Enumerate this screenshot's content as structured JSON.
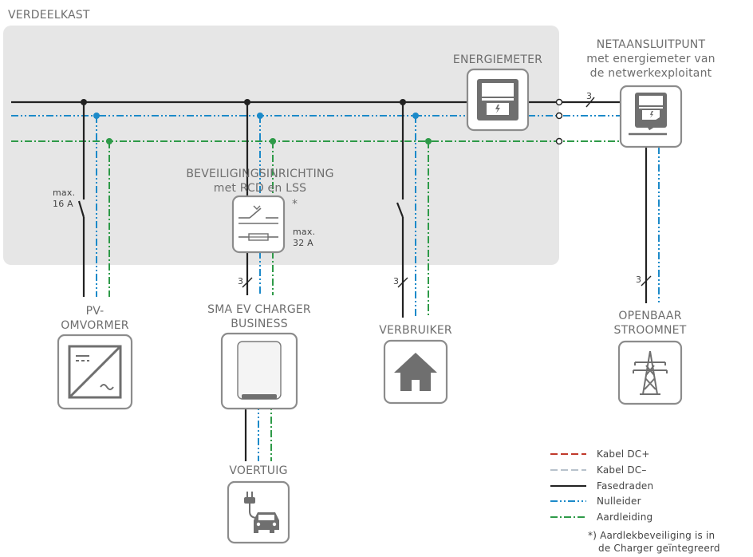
{
  "labels": {
    "cabinet": "VERDEELKAST",
    "energy_meter": "ENERGIEMETER",
    "grid_connection_1": "NETAANSLUITPUNT",
    "grid_connection_2": "met energiemeter van",
    "grid_connection_3": "de netwerkexploitant",
    "protection_1": "BEVEILIGINGSINRICHTING",
    "protection_2": "met RCD en LSS",
    "protection_star": "*",
    "pv_max_1": "max.",
    "pv_max_2": "16 A",
    "charger_max_1": "max.",
    "charger_max_2": "32 A",
    "pv_1": "PV-",
    "pv_2": "OMVORMER",
    "charger_1": "SMA EV CHARGER",
    "charger_2": "BUSINESS",
    "consumer": "VERBRUIKER",
    "public_grid_1": "OPENBAAR",
    "public_grid_2": "STROOMNET",
    "vehicle": "VOERTUIG",
    "wire_count": "3"
  },
  "legend": [
    {
      "label": "Kabel DC+",
      "color": "#c0392b",
      "style": "dashed"
    },
    {
      "label": "Kabel DC–",
      "color": "#b7c2cc",
      "style": "dashed"
    },
    {
      "label": "Fasedraden",
      "color": "#222222",
      "style": "solid"
    },
    {
      "label": "Nulleider",
      "color": "#1c8ac9",
      "style": "dashdotdot"
    },
    {
      "label": "Aardleiding",
      "color": "#2e9a48",
      "style": "dashdot"
    }
  ],
  "footnote": [
    "*) Aardlekbeveiliging is in",
    "de Charger geïntegreerd"
  ],
  "icons": [
    "energy-meter-icon",
    "grid-meter-icon",
    "protection-device-icon",
    "inverter-icon",
    "charger-icon",
    "house-icon",
    "power-pylon-icon",
    "electric-car-icon"
  ]
}
